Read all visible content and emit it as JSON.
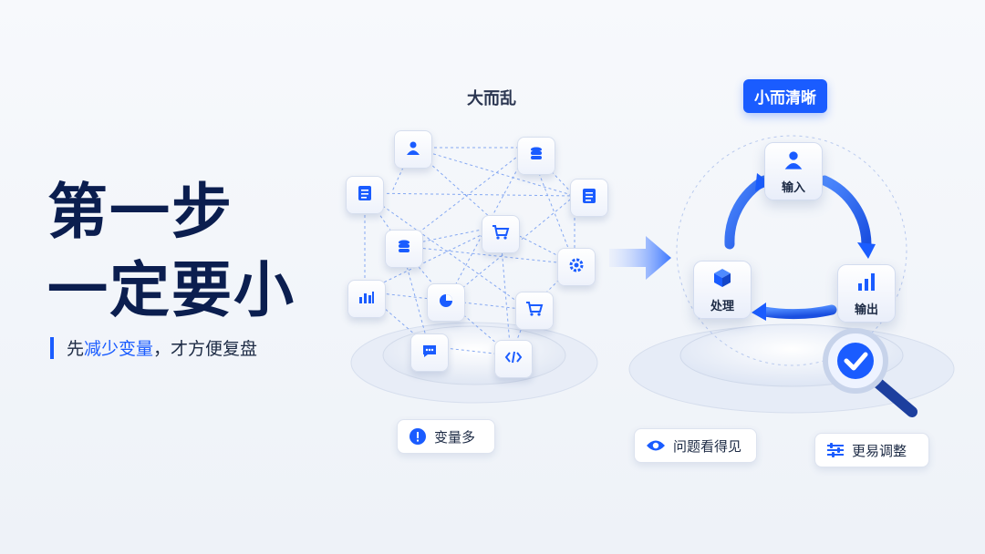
{
  "headline": {
    "line1": "第一步",
    "line2": "一定要小"
  },
  "subtitle": {
    "prefix": "先",
    "highlight": "减少变量",
    "suffix": "，才方便复盘"
  },
  "left_panel": {
    "label": "大而乱",
    "badge": "变量多"
  },
  "right_panel": {
    "label": "小而清晰",
    "cycle": {
      "input": "输入",
      "output": "输出",
      "process": "处理"
    },
    "badges": {
      "visible": "问题看得见",
      "adjust": "更易调整"
    }
  },
  "colors": {
    "accent": "#1a5cff",
    "title": "#0b1e4f"
  },
  "icons": [
    "user-icon",
    "database-icon",
    "document-icon",
    "cart-icon",
    "settings-icon",
    "pie-chart-icon",
    "chat-icon",
    "code-icon",
    "bar-chart-icon",
    "cube-icon",
    "eye-icon",
    "sliders-icon",
    "alert-icon",
    "check-magnifier-icon",
    "arrow-right-icon"
  ]
}
